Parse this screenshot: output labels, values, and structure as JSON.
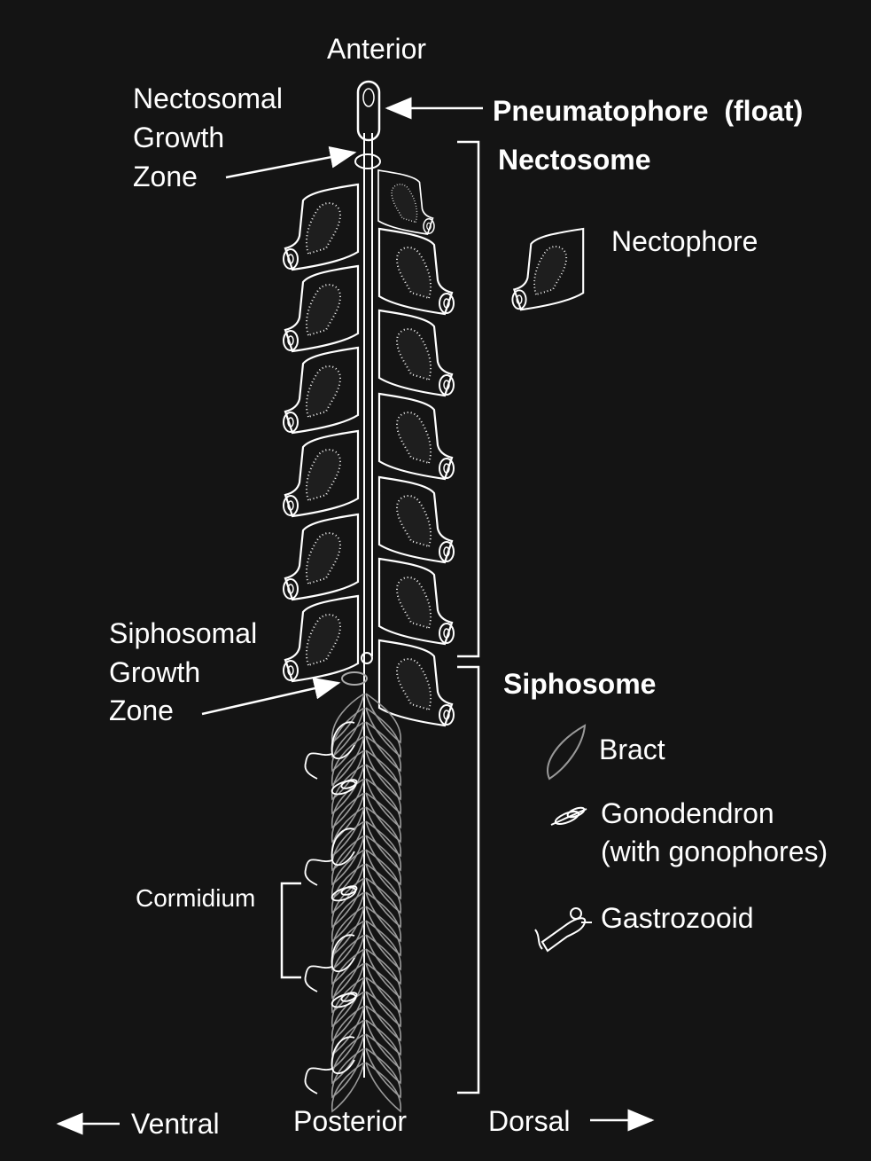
{
  "labels": {
    "anterior": "Anterior",
    "posterior": "Posterior",
    "ventral": "Ventral",
    "dorsal": "Dorsal",
    "pneumatophore": "Pneumatophore  (float)",
    "nectosome": "Nectosome",
    "nectophore": "Nectophore",
    "siphosome": "Siphosome",
    "bract": "Bract",
    "gonodendron_1": "Gonodendron",
    "gonodendron_2": "(with gonophores)",
    "gastrozooid": "Gastrozooid",
    "cormidium": "Cormidium",
    "nectosomal_zone": [
      "Nectosomal",
      "Growth",
      "Zone"
    ],
    "siphosomal_zone": [
      "Siphosomal",
      "Growth",
      "Zone"
    ]
  },
  "colors": {
    "background": "#141414",
    "foreground": "#ffffff",
    "bract": "#9a9a9a"
  }
}
